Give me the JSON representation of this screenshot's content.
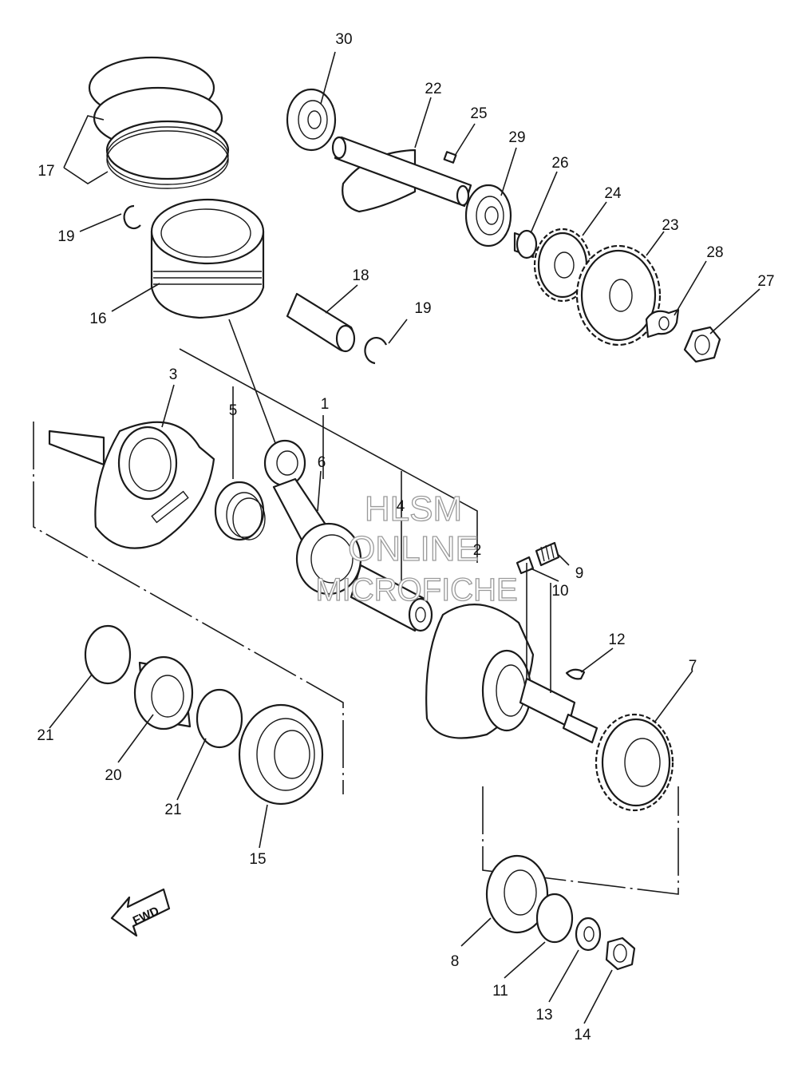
{
  "diagram": {
    "callouts": [
      "1",
      "2",
      "3",
      "4",
      "5",
      "6",
      "7",
      "8",
      "9",
      "10",
      "11",
      "12",
      "13",
      "14",
      "15",
      "16",
      "17",
      "18",
      "19",
      "19",
      "20",
      "21",
      "21",
      "22",
      "23",
      "24",
      "25",
      "26",
      "27",
      "28",
      "29",
      "30"
    ],
    "watermark": [
      "HLSM",
      "ONLINE",
      "MICROFICHE"
    ],
    "direction_label": "FWD"
  }
}
